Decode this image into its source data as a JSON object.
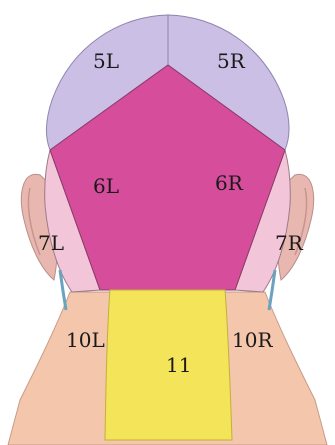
{
  "figure": {
    "zones": [
      {
        "id": "5L",
        "label": "5L",
        "color": "#cbbfe6"
      },
      {
        "id": "5R",
        "label": "5R",
        "color": "#cbbfe6"
      },
      {
        "id": "6L",
        "label": "6L",
        "color": "#d64d9c"
      },
      {
        "id": "6R",
        "label": "6R",
        "color": "#d64d9c"
      },
      {
        "id": "7L",
        "label": "7L",
        "color": "#f2c6d8"
      },
      {
        "id": "7R",
        "label": "7R",
        "color": "#f2c6d8"
      },
      {
        "id": "10L",
        "label": "10L",
        "color": "#f2bfa6"
      },
      {
        "id": "10R",
        "label": "10R",
        "color": "#f2bfa6"
      },
      {
        "id": "11",
        "label": "11",
        "color": "#f4e45a"
      }
    ],
    "ear_color": "#e8b8b0",
    "skin_color": "#f4c6ac",
    "outline_color": "#7b6f73"
  }
}
